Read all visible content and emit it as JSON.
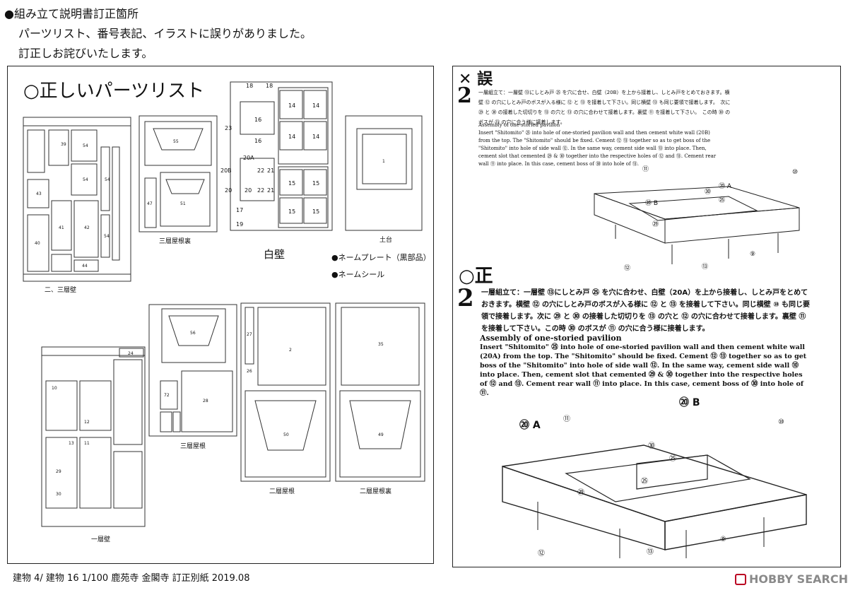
{
  "header": {
    "line1": "●組み立て説明書訂正箇所",
    "line2": "パーツリスト、番号表記、イラストに誤りがありました。",
    "line3": "訂正しお詫びいたします。"
  },
  "parts_list": {
    "title": "○正しいパーツリスト",
    "labels": {
      "floor23": "二、三層壁",
      "roof3_back": "三層屋根裏",
      "white_wall": "白壁",
      "base": "土台",
      "floor1": "一層壁",
      "roof3": "三層屋根",
      "roof2": "二層屋根",
      "roof2_back": "二層屋根裏"
    },
    "legend": [
      "●ネームプレート（黒部品）",
      "●ネームシール"
    ],
    "white_wall_nums": [
      "18",
      "18",
      "14",
      "14",
      "23",
      "16",
      "14",
      "14",
      "16",
      "20A",
      "20B",
      "22",
      "21",
      "15",
      "15",
      "20",
      "20",
      "22",
      "21",
      "17",
      "15",
      "15",
      "19"
    ],
    "part_nums": {
      "p39": "39",
      "p54a": "54",
      "p54b": "54",
      "p43": "43",
      "p42": "42",
      "p54c": "54",
      "p40": "40",
      "p41": "41",
      "p54d": "54",
      "p44": "44",
      "p55": "55",
      "p47": "47",
      "p51": "51",
      "p1": "1",
      "p56": "56",
      "p24": "24",
      "p27": "27",
      "p26": "26",
      "p2": "2",
      "p35": "35",
      "p10": "10",
      "p12": "12",
      "p72": "72",
      "p28": "28",
      "p29": "29",
      "p30": "30",
      "p11": "11",
      "p13": "13",
      "p50": "50",
      "p49": "49"
    }
  },
  "wrong": {
    "head": "✕ 誤",
    "step": "2",
    "jp": "一層組立て：一層壁 ⑬にしとみ戸 ㉕ を穴に合せ、白壁（20B）を上から接着し、しとみ戸をとめておきます。横壁 ⑫ の穴にしとみ戸のボスが入る様に ⑫ と ⑬ を接着して下さい。同じ横壁 ⑬ も同じ要領で接着します。　次に ㉙ と ㉚ の接着した切切りを ⑬ の穴と ⑬ の穴に合わせて接着します。裏壁 ⑪ を接着して下さい。　この時 ㉚ のボスが ⑬ の穴に合う様に接着します。",
    "en_title": "Assembly of one-storied pavilion",
    "en": "Insert \"Shitomito\" ㉕ into hole of one-storied pavilion wall and then cement white wall (20B) from the top. The \"Shitomito\" should be fixed. Cement ⑫ ⑬ together so as to get boss of the \"Shitomito\" into hole of side wall ⑫.  In the same way, cement side wall ⑬ into place. Then, cement slot that cemented ㉙ & ㉚ together into the respective holes of ⑫ and ⑬. Cement rear wall ⑪ into place. In this case, cement boss of ㉚ into hole of ⑬.",
    "callouts": [
      "⑪",
      "⑩",
      "⑳ A",
      "㉚",
      "㉕",
      "⑳ B",
      "㉙",
      "⑫",
      "⑬",
      "⑨"
    ]
  },
  "correct": {
    "head": "○正",
    "step": "2",
    "jp": "一層組立て：一層壁 ⑬にしとみ戸 ㉕ を穴に合わせ、白壁（20A）を上から接着し、しとみ戸をとめておきます。横壁 ⑫ の穴にしとみ戸のボスが入る様に ⑫ と ⑬ を接着して下さい。同じ横壁 ⑩ も同じ要領で接着します。次に ㉙ と ㉚ の接着した切切りを ⑬ の穴と ⑫ の穴に合わせて接着します。裏壁 ⑪ を接着して下さい。この時 ㉚ のボスが ⑪ の穴に合う様に接着します。",
    "en_title": "Assembly of one-storied pavilion",
    "en": "Insert \"Shitomito\" ㉕ into hole of one-storied pavilion wall and then cement white wall (20A) from the top. The \"Shitomito\" should be fixed. Cement ⑫ ⑬ together so as to get boss of the \"Shitomito\" into hole of side wall ⑫.  In the same way, cement side wall ⑩ into place. Then, cement slot that cemented ㉙ & ㉚ together into the respective holes of ⑫ and ⑬. Cement rear wall ⑪ into place. In this case, cement boss of ㉚ into hole of ⑪.",
    "callouts": [
      "⑳ B",
      "⑳ A",
      "⑪",
      "⑩",
      "㉚",
      "㉕",
      "㉕",
      "㉙",
      "⑫",
      "⑬",
      "⑨"
    ]
  },
  "footer": "建物 4/ 建物 16  1/100 鹿苑寺 金閣寺 訂正別紙 2019.08",
  "watermark": "HOBBY SEARCH"
}
